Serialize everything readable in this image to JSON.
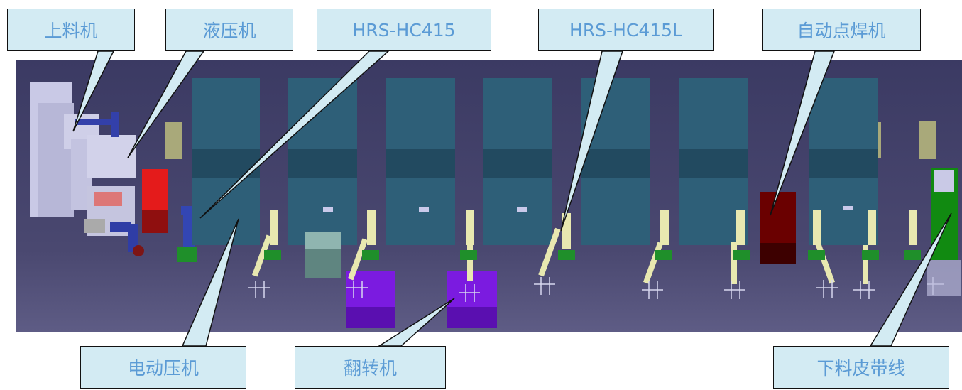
{
  "callouts": {
    "loader": "上料机",
    "hydraulic_press": "液压机",
    "hrs_hc415": "HRS-HC415",
    "hrs_hc415l": "HRS-HC415L",
    "auto_spot_welder": "自动点焊机",
    "electric_press": "电动压机",
    "flipper": "翻转机",
    "unloading_belt": "下料皮带线"
  },
  "colors": {
    "scene_background": "#3a3a5e",
    "press_body": "#2e5f78",
    "robot_arm": "#e8e8b0",
    "flipper_station": "#7b1be0",
    "welder": "#6a0000",
    "belt": "#118a11",
    "callout_fill": "#d3ebf3",
    "callout_text": "#5b9bd5"
  }
}
